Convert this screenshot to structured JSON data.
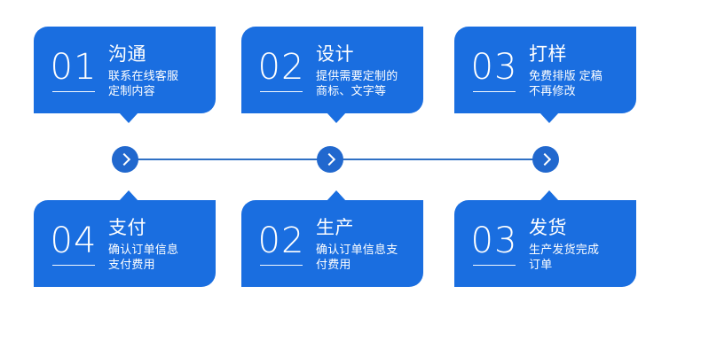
{
  "theme": {
    "card_blue": "#1a6ee0",
    "node_blue": "#2168ce",
    "rail_blue": "#2f70c4",
    "text_white": "#ffffff",
    "background": "#ffffff"
  },
  "flow": {
    "top_row": [
      {
        "number": "01",
        "title": "沟通",
        "desc": "联系在线客服\n定制内容"
      },
      {
        "number": "02",
        "title": "设计",
        "desc": "提供需要定制的\n商标、文字等"
      },
      {
        "number": "03",
        "title": "打样",
        "desc": "免费排版 定稿\n不再修改"
      }
    ],
    "bottom_row": [
      {
        "number": "04",
        "title": "支付",
        "desc": "确认订单信息\n支付费用"
      },
      {
        "number": "02",
        "title": "生产",
        "desc": "确认订单信息支\n付费用"
      },
      {
        "number": "03",
        "title": "发货",
        "desc": "生产发货完成\n订单"
      }
    ],
    "connector": {
      "node_icon": "chevron-right-icon",
      "node_count": 3
    }
  }
}
